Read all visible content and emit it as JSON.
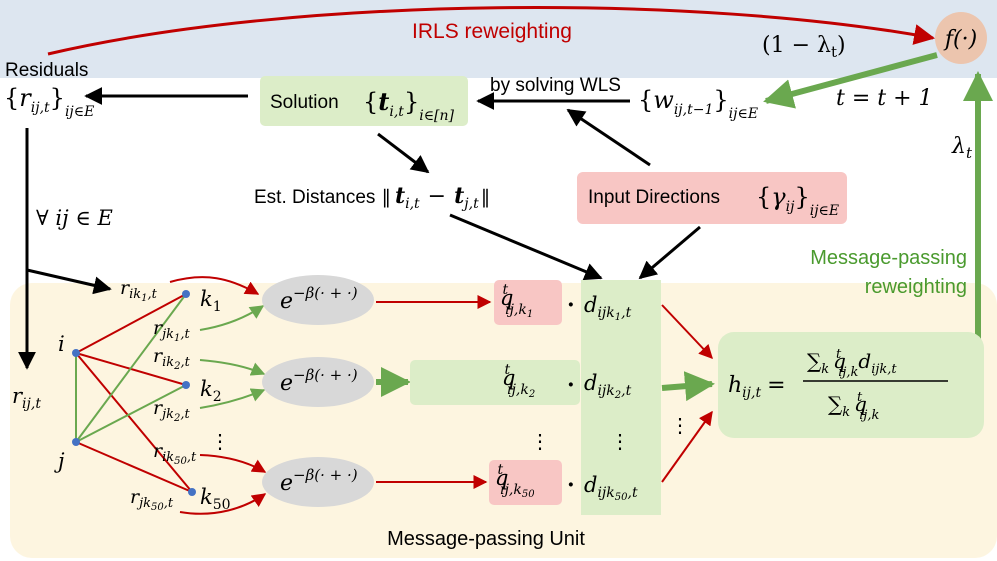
{
  "colors": {
    "top_band": "#dde6f0",
    "bottom_band": "#fdf5e0",
    "green_box": "#dcedc8",
    "red_box": "#f8c6c4",
    "gray_ellipse": "#d8d8d8",
    "f_circle": "#ecc5ae",
    "red_arrow": "#c00000",
    "green_arrow": "#6aa84f",
    "black_arrow": "#000000",
    "node": "#4472c4"
  },
  "top": {
    "irls": "IRLS reweighting",
    "one_minus_lambda": "(1 − λ",
    "one_minus_lambda_sub": "t",
    "one_minus_lambda_close": ")",
    "f_label": "f(·)",
    "t_update": "t = t + 1",
    "lambda_t": "λ",
    "lambda_t_sub": "t"
  },
  "residuals": {
    "title": "Residuals",
    "r": "r",
    "r_sub": "ij,t",
    "set_sub": "ij∈E"
  },
  "solution": {
    "label": "Solution",
    "t": "t",
    "t_sub": "i,t",
    "set_sub": "i∈[n]"
  },
  "wls": {
    "label": "by solving WLS",
    "w": "w",
    "w_sub": "ij,t−1",
    "set_sub": "ij∈E"
  },
  "est": {
    "label": "Est. Distances",
    "norm_open": "‖",
    "t1": "t",
    "t1_sub": "i,t",
    "minus": "−",
    "t2": "t",
    "t2_sub": "j,t",
    "norm_close": "‖"
  },
  "input": {
    "label": "Input Directions",
    "gamma": "γ",
    "gamma_sub": "ij",
    "set_sub": "ij∈E"
  },
  "forall": "∀ ij ∈ E",
  "mp": {
    "title_line1": "Message-passing",
    "title_line2": "reweighting",
    "unit": "Message-passing Unit"
  },
  "graph": {
    "i": "i",
    "j": "j",
    "k1": "k",
    "k1_sub": "1",
    "k2": "k",
    "k2_sub": "2",
    "k50": "k",
    "k50_sub": "50",
    "r_ik1": "r",
    "r_ik1_sub": "ik",
    "r_ik1_subsub": "1",
    "r_ik1_tail": ",t",
    "r_jk1": "r",
    "r_jk1_sub": "jk",
    "r_jk1_subsub": "1",
    "r_jk1_tail": ",t",
    "r_ik2": "r",
    "r_ik2_sub": "ik",
    "r_ik2_subsub": "2",
    "r_ik2_tail": ",t",
    "r_jk2": "r",
    "r_jk2_sub": "jk",
    "r_jk2_subsub": "2",
    "r_jk2_tail": ",t",
    "r_ik50": "r",
    "r_ik50_sub": "ik",
    "r_ik50_subsub": "50",
    "r_ik50_tail": ",t",
    "r_jk50": "r",
    "r_jk50_sub": "jk",
    "r_jk50_subsub": "50",
    "r_jk50_tail": ",t",
    "r_ij": "r",
    "r_ij_sub": "ij,t",
    "vdots": "⋮"
  },
  "rows": {
    "exp": "e",
    "exp_sup": "−β(· + ·)",
    "q": "q",
    "q_sup": "t",
    "q1_sub": "ij,k",
    "q1_subsub": "1",
    "q2_sub": "ij,k",
    "q2_subsub": "2",
    "q50_sub": "ij,k",
    "q50_subsub": "50",
    "dot": "·",
    "d": "d",
    "d1_sub": "ijk",
    "d1_subsub": "1",
    "d1_tail": ",t",
    "d2_sub": "ijk",
    "d2_subsub": "2",
    "d2_tail": ",t",
    "d50_sub": "ijk",
    "d50_subsub": "50",
    "d50_tail": ",t",
    "vdots": "⋮"
  },
  "h": {
    "h": "h",
    "h_sub": "ij,t",
    "equals": "=",
    "num_sum": "∑",
    "num_sum_sub": "k",
    "num_q": "q",
    "num_q_sup": "t",
    "num_q_sub": "ij,k",
    "num_d": "d",
    "num_d_sub": "ijk,t",
    "den_sum": "∑",
    "den_sum_sub": "k",
    "den_q": "q",
    "den_q_sup": "t",
    "den_q_sub": "ij,k"
  }
}
